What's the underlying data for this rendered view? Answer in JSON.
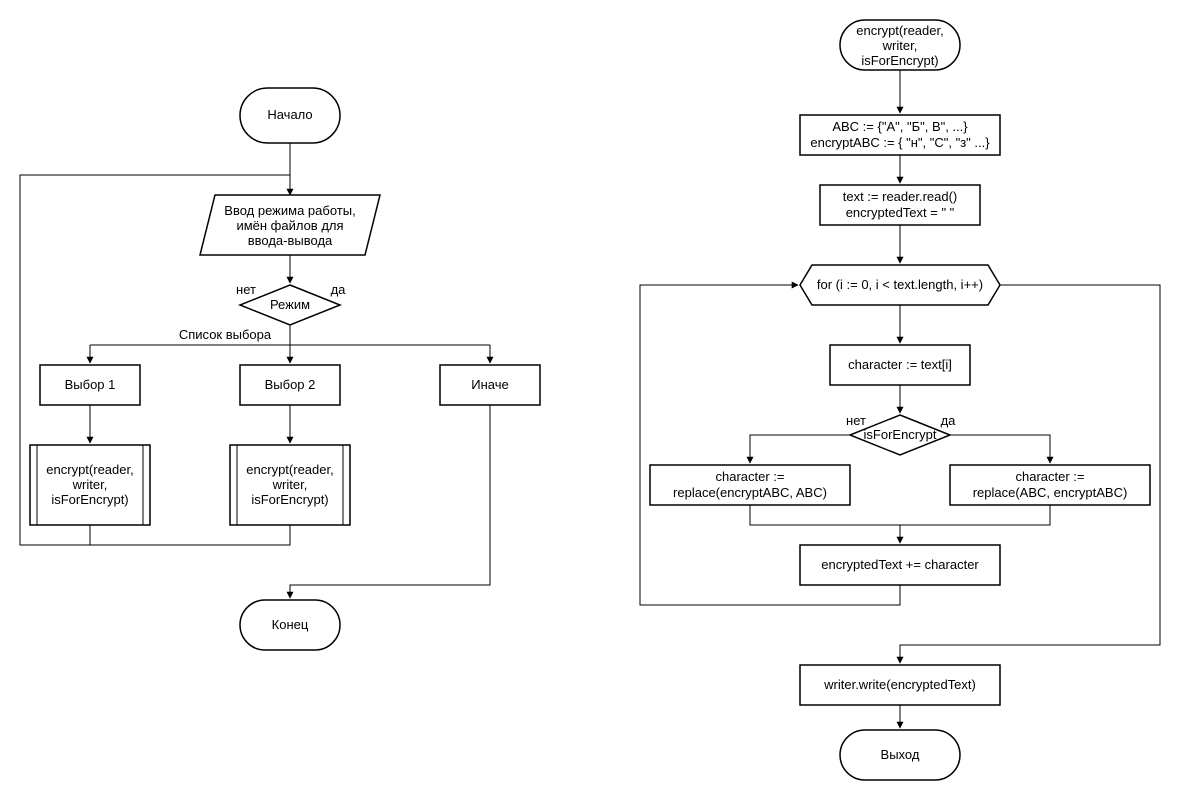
{
  "left": {
    "start": "Начало",
    "input": [
      "Ввод режима работы,",
      "имён файлов для",
      "ввода-вывода"
    ],
    "decision": "Режим",
    "decision_no": "нет",
    "decision_yes": "да",
    "list_label": "Список выбора",
    "choice1": "Выбор 1",
    "choice2": "Выбор 2",
    "else": "Иначе",
    "sub1": [
      "encrypt(reader,",
      "writer,",
      "isForEncrypt)"
    ],
    "sub2": [
      "encrypt(reader,",
      "writer,",
      "isForEncrypt)"
    ],
    "end": "Конец"
  },
  "right": {
    "start": [
      "encrypt(reader,",
      "writer,",
      "isForEncrypt)"
    ],
    "init": [
      "ABC := {\"А\", \"Б\", В\", ...}",
      "encryptABC := { \"н\", \"С\", \"з\" ...}"
    ],
    "read": [
      "text := reader.read()",
      "encryptedText = \" \""
    ],
    "loop": "for (i := 0, i < text.length, i++)",
    "char": "character := text[i]",
    "decision": "isForEncrypt",
    "decision_no": "нет",
    "decision_yes": "да",
    "replace_no": [
      "character :=",
      "replace(encryptABC, ABC)"
    ],
    "replace_yes": [
      "character :=",
      "replace(ABC, encryptABC)"
    ],
    "append": "encryptedText += character",
    "write": "writer.write(encryptedText)",
    "exit": "Выход"
  }
}
